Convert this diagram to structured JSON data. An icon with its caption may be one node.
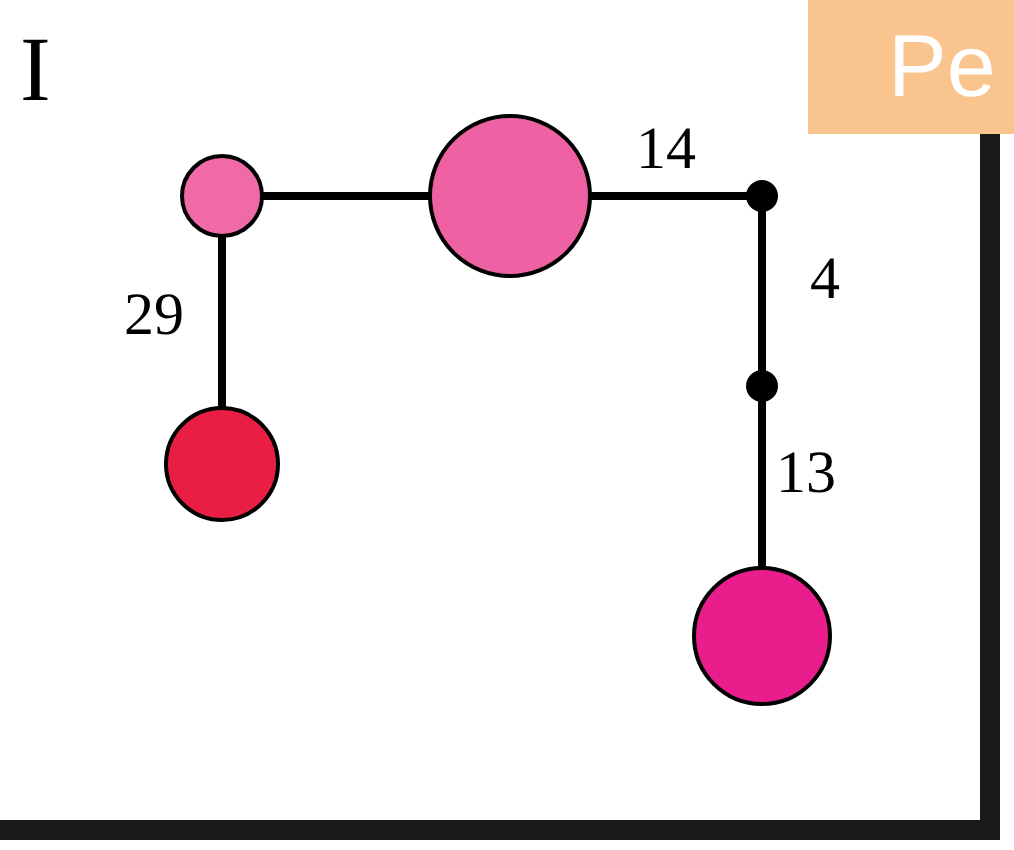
{
  "diagram": {
    "nodes": [
      {
        "text": [
          "Pe"
        ]
      },
      {
        "text": [],
        "shape": "circle"
      },
      {
        "text": [],
        "shape": "circle"
      },
      {
        "text": [],
        "shape": "circle"
      },
      {
        "text": [],
        "shape": "circle"
      },
      {
        "text": [],
        "shape": "circle"
      },
      {
        "text": [],
        "shape": "circle"
      }
    ],
    "edges": [
      {
        "from": 1,
        "to": 2,
        "arrow": "none"
      },
      {
        "from": 2,
        "to": 3,
        "arrow": "none",
        "label": "14"
      },
      {
        "from": 3,
        "to": 4,
        "arrow": "none",
        "label": "4"
      },
      {
        "from": 4,
        "to": 6,
        "arrow": "none",
        "label": "13"
      },
      {
        "from": 1,
        "to": 5,
        "arrow": "none",
        "label": "29"
      }
    ],
    "labels": [
      "I"
    ]
  }
}
